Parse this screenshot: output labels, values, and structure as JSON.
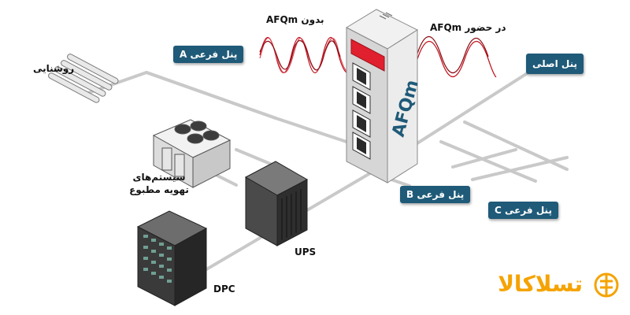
{
  "labels": {
    "lighting": "روشنایی",
    "hvac_line1": "سیستم‌های",
    "hvac_line2": "تهویه مطبوع",
    "ups": "UPS",
    "dpc": "DPC",
    "without_afqm": "بدون AFQm",
    "with_afqm": "در حضور AFQm",
    "cabinet": "AFQm"
  },
  "panels": {
    "a": "پنل فرعی A",
    "b": "پنل فرعی B",
    "c": "پنل فرعی C",
    "main": "پنل اصلی"
  },
  "brand": {
    "name": "تسلاکالا",
    "color": "#f5a300"
  },
  "colors": {
    "panel_tag": "#1f5a78",
    "wave": "#c0101c",
    "cabinet_text": "#1f5a78"
  },
  "icons": [
    "fluorescent-tubes-icon",
    "hvac-unit-icon",
    "ups-cabinet-icon",
    "server-rack-icon",
    "afqm-cabinet-icon",
    "brand-logo-icon"
  ]
}
